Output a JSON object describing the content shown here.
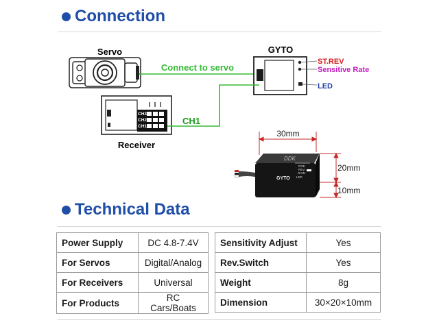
{
  "colors": {
    "accent": "#1f4ea8",
    "green_wire": "#33bb33",
    "red_label": "#d42020",
    "magenta_label": "#c020c0",
    "blue_label": "#1f3ea8",
    "dim_red": "#c62828"
  },
  "connection": {
    "title": "Connection",
    "servo_label": "Servo",
    "receiver_label": "Receiver",
    "gyto_label": "GYTO",
    "connect_label": "Connect to servo",
    "ch1_label": "CH1",
    "channels": [
      "CH3",
      "CH2",
      "CH1"
    ],
    "st_rev": "ST.REV",
    "sensitive_rate": "Sensitive Rate",
    "led": "LED",
    "device_brand": "DDK",
    "device_name": "GYTO",
    "device_tags": [
      "ROE",
      "REV",
      "GAIN"
    ],
    "device_led": "LED",
    "dim_width": "30mm",
    "dim_height": "20mm",
    "dim_depth": "10mm"
  },
  "technical": {
    "title": "Technical Data",
    "left": [
      {
        "key": "Power Supply",
        "value": "DC 4.8-7.4V"
      },
      {
        "key": "For Servos",
        "value": "Digital/Analog"
      },
      {
        "key": "For Receivers",
        "value": "Universal"
      },
      {
        "key": "For Products",
        "value": "RC Cars/Boats"
      }
    ],
    "right": [
      {
        "key": "Sensitivity Adjust",
        "value": "Yes"
      },
      {
        "key": "Rev.Switch",
        "value": "Yes"
      },
      {
        "key": "Weight",
        "value": "8g"
      },
      {
        "key": "Dimension",
        "value": "30×20×10mm"
      }
    ]
  }
}
